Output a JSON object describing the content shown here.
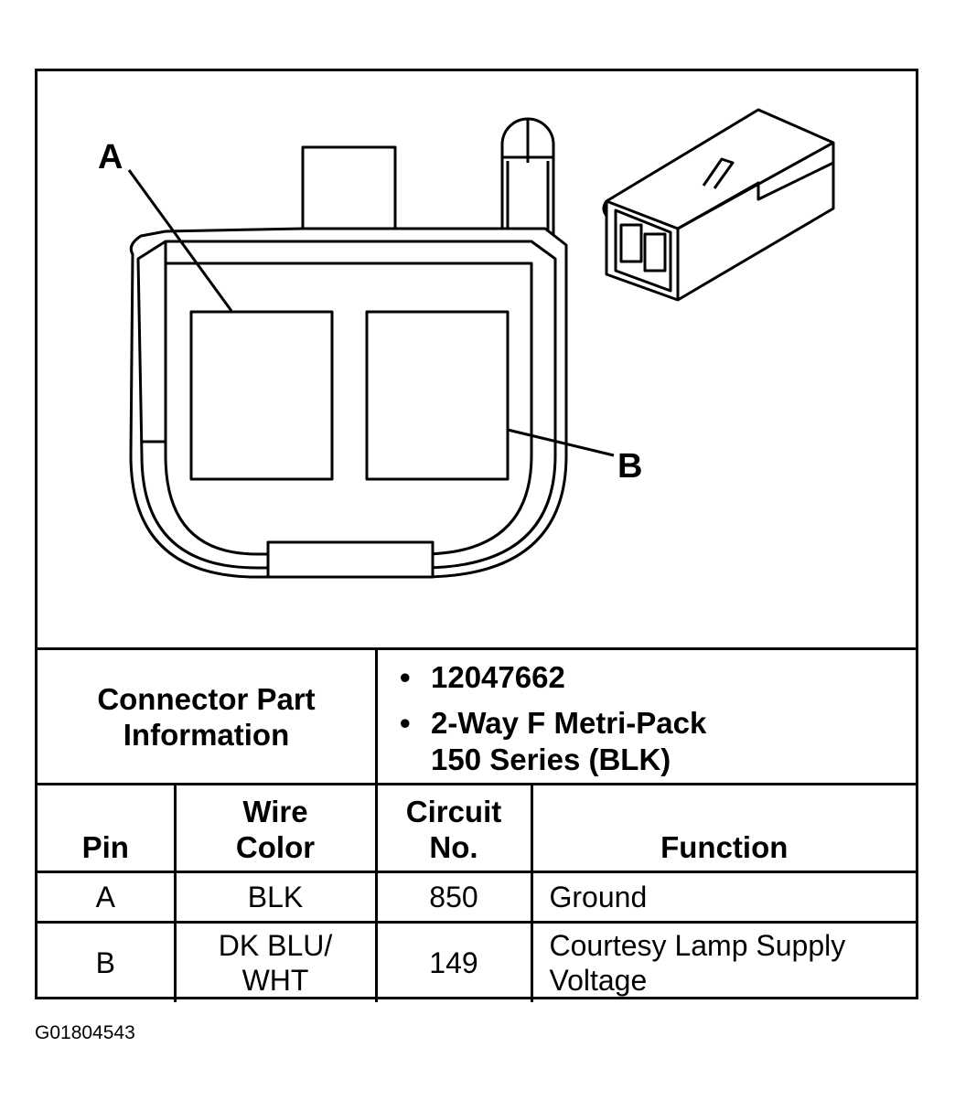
{
  "diagram": {
    "callouts": {
      "a": "A",
      "b": "B"
    }
  },
  "connector_info": {
    "label": "Connector Part Information",
    "details": [
      "12047662",
      "2-Way F Metri-Pack\n150 Series (BLK)"
    ]
  },
  "pin_table": {
    "headers": {
      "pin": "Pin",
      "wire_color": "Wire\nColor",
      "circuit_no": "Circuit\nNo.",
      "function": "Function"
    },
    "rows": [
      {
        "pin": "A",
        "wire_color": "BLK",
        "circuit_no": "850",
        "function": "Ground"
      },
      {
        "pin": "B",
        "wire_color": "DK BLU/\nWHT",
        "circuit_no": "149",
        "function": "Courtesy Lamp Supply\nVoltage"
      }
    ]
  },
  "figure_id": "G01804543"
}
